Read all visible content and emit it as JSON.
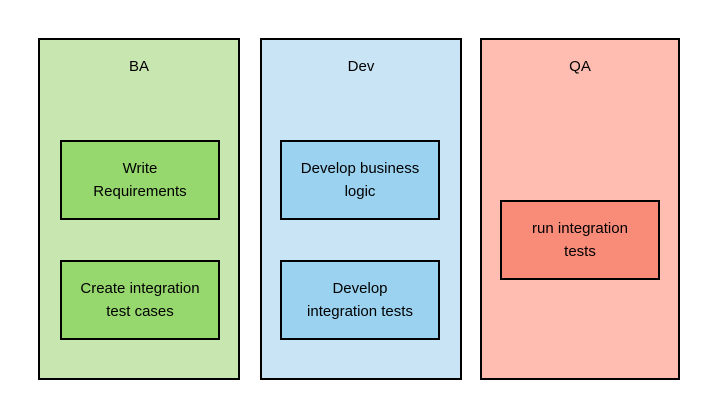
{
  "diagram": {
    "type": "swimlane",
    "background": "#ffffff",
    "border_color": "#000000"
  },
  "lanes": [
    {
      "title": "BA",
      "lane_fill": "#c8e6b0",
      "boxes": [
        {
          "label": "Write\nRequirements",
          "fill": "#96d76e"
        },
        {
          "label": "Create integration\ntest cases",
          "fill": "#96d76e"
        }
      ]
    },
    {
      "title": "Dev",
      "lane_fill": "#c8e4f5",
      "boxes": [
        {
          "label": "Develop business\nlogic",
          "fill": "#9ad2f0"
        },
        {
          "label": "Develop\nintegration tests",
          "fill": "#9ad2f0"
        }
      ]
    },
    {
      "title": "QA",
      "lane_fill": "#ffbcb1",
      "boxes": [
        {
          "label": "run integration\ntests",
          "fill": "#f98b79"
        }
      ]
    }
  ]
}
